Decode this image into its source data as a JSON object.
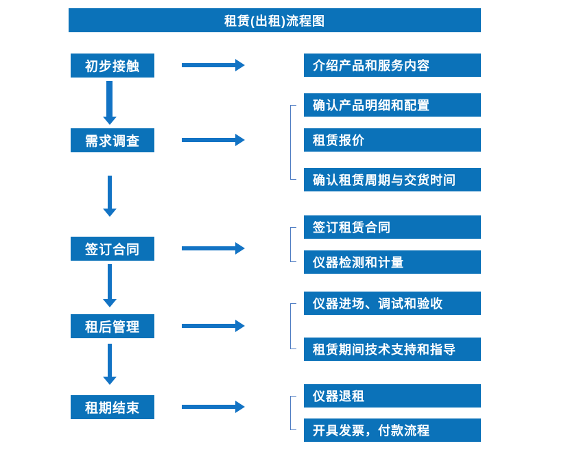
{
  "title": "租赁(出租)流程图",
  "colors": {
    "box_blue": "#0B72B9",
    "arrow_blue": "#1273C4",
    "bracket_blue": "#4F7DC3"
  },
  "steps": [
    {
      "label": "初步接触",
      "details": [
        "介绍产品和服务内容"
      ]
    },
    {
      "label": "需求调查",
      "details": [
        "确认产品明细和配置",
        "租赁报价",
        "确认租赁周期与交货时间"
      ]
    },
    {
      "label": "签订合同",
      "details": [
        "签订租赁合同",
        "仪器检测和计量"
      ]
    },
    {
      "label": "租后管理",
      "details": [
        "仪器进场、调试和验收",
        "租赁期间技术支持和指导"
      ]
    },
    {
      "label": "租期结束",
      "details": [
        "仪器退租",
        "开具发票，付款流程"
      ]
    }
  ]
}
